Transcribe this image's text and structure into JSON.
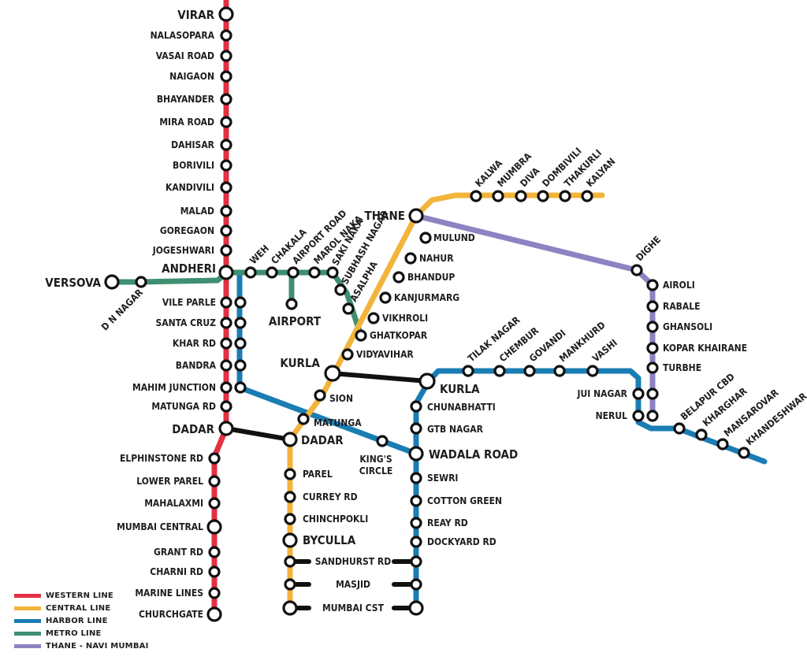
{
  "colors": {
    "western": "#e33042",
    "central": "#f2b43a",
    "harbor": "#1a7db3",
    "metro": "#3f8f70",
    "navi": "#8e82c2",
    "link": "#111111"
  },
  "legend": [
    {
      "label": "WESTERN LINE",
      "color": "#e33042"
    },
    {
      "label": "CENTRAL LINE",
      "color": "#f2b43a"
    },
    {
      "label": "HARBOR LINE",
      "color": "#1a7db3"
    },
    {
      "label": "METRO LINE",
      "color": "#3f8f70"
    },
    {
      "label": "THANE - NAVI MUMBAI",
      "color": "#8e82c2"
    }
  ],
  "stations": {
    "virar": "VIRAR",
    "nalasopara": "NALASOPARA",
    "vasai_road": "VASAI ROAD",
    "naigaon": "NAIGAON",
    "bhayander": "BHAYANDER",
    "mira_road": "MIRA ROAD",
    "dahisar": "DAHISAR",
    "borivili": "BORIVILI",
    "kandivili": "KANDIVILI",
    "malad": "MALAD",
    "goregaon": "GOREGAON",
    "jogeshwari": "JOGESHWARI",
    "andheri": "ANDHERI",
    "vile_parle": "VILE PARLE",
    "santa_cruz": "SANTA CRUZ",
    "khar_rd": "KHAR RD",
    "bandra": "BANDRA",
    "mahim_junction": "MAHIM JUNCTION",
    "matunga_rd": "MATUNGA RD",
    "dadar_w": "DADAR",
    "elphinstone_rd": "ELPHINSTONE RD",
    "lower_parel": "LOWER PAREL",
    "mahalaxmi": "MAHALAXMI",
    "mumbai_central": "MUMBAI CENTRAL",
    "grant_rd": "GRANT RD",
    "charni_rd": "CHARNI RD",
    "marine_lines": "MARINE LINES",
    "churchgate": "CHURCHGATE",
    "versova": "VERSOVA",
    "dn_nagar": "D N NAGAR",
    "weh": "WEH",
    "chakala": "CHAKALA",
    "airport_road": "AIRPORT ROAD",
    "marol_naka": "MAROL NAKA",
    "saki_naka": "SAKI NAKA",
    "subhash_nagar": "SUBHASH NAGAR",
    "asalpha": "ASALPHA",
    "airport": "AIRPORT",
    "kalwa": "KALWA",
    "mumbra": "MUMBRA",
    "diva": "DIVA",
    "dombivili": "DOMBIVILI",
    "thakurli": "THAKURLI",
    "kalyan": "KALYAN",
    "thane": "THANE",
    "mulund": "MULUND",
    "nahur": "NAHUR",
    "bhandup": "BHANDUP",
    "kanjurmarg": "KANJURMARG",
    "vikhroli": "VIKHROLI",
    "ghatkopar": "GHATKOPAR",
    "vidyavihar": "VIDYAVIHAR",
    "kurla_c": "KURLA",
    "sion": "SION",
    "matunga": "MATUNGA",
    "dadar_c": "DADAR",
    "parel": "PAREL",
    "currey_rd": "CURREY RD",
    "chinchpokli": "CHINCHPOKLI",
    "byculla": "BYCULLA",
    "sandhurst_rd": "SANDHURST RD",
    "masjid": "MASJID",
    "mumbai_cst": "MUMBAI CST",
    "kurla_h": "KURLA",
    "chunabhatti": "CHUNABHATTI",
    "gtb_nagar": "GTB NAGAR",
    "wadala_road": "WADALA ROAD",
    "kings_circle_1": "KING'S",
    "kings_circle_2": "CIRCLE",
    "sewri": "SEWRI",
    "cotton_green": "COTTON GREEN",
    "reay_rd": "REAY RD",
    "dockyard_rd": "DOCKYARD RD",
    "tilak_nagar": "TILAK NAGAR",
    "chembur": "CHEMBUR",
    "govandi": "GOVANDI",
    "mankhurd": "MANKHURD",
    "vashi": "VASHI",
    "jui_nagar": "JUI NAGAR",
    "nerul": "NERUL",
    "belapur_cbd": "BELAPUR CBD",
    "kharghar": "KHARGHAR",
    "mansarovar": "MANSAROVAR",
    "khandeshwar": "KHANDESHWAR",
    "dighe": "DIGHE",
    "airoli": "AIROLI",
    "rabale": "RABALE",
    "ghansoli": "GHANSOLI",
    "kopar_khairane": "KOPAR KHAIRANE",
    "turbhe": "TURBHE"
  }
}
